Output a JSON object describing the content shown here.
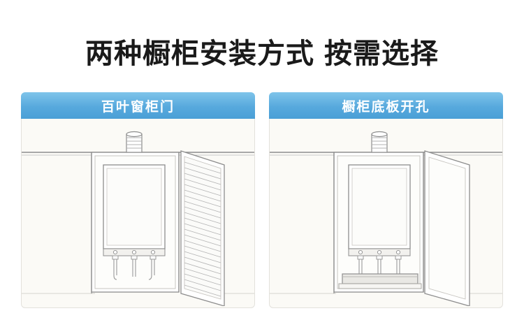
{
  "headline": {
    "part1": "两种橱柜安装方式",
    "part2": "按需选择"
  },
  "panels": [
    {
      "title": "百叶窗柜门",
      "illustration": "louvered-cabinet-door-water-heater-diagram",
      "parts": {
        "flue": "flue-pipe",
        "wall": "wall-line",
        "cabinet": "cabinet-box",
        "heater": "water-heater-unit",
        "door": "louvered-door-open",
        "pipes": "connection-pipes"
      }
    },
    {
      "title": "橱柜底板开孔",
      "illustration": "cabinet-bottom-panel-opening-water-heater-diagram",
      "parts": {
        "flue": "flue-pipe",
        "wall": "wall-line",
        "cabinet": "cabinet-box",
        "heater": "water-heater-unit",
        "door": "solid-door-open",
        "pipes": "connection-pipes",
        "opening": "bottom-panel-vent-opening"
      }
    }
  ],
  "colors": {
    "header_gradient_top": "#7fc4ea",
    "header_gradient_bottom": "#4a9fd6",
    "panel_background": "#fbfaf6",
    "panel_border": "#e3e1dc",
    "line": "#8a8a8a",
    "headline_text": "#1a1a1a",
    "header_text": "#ffffff"
  }
}
